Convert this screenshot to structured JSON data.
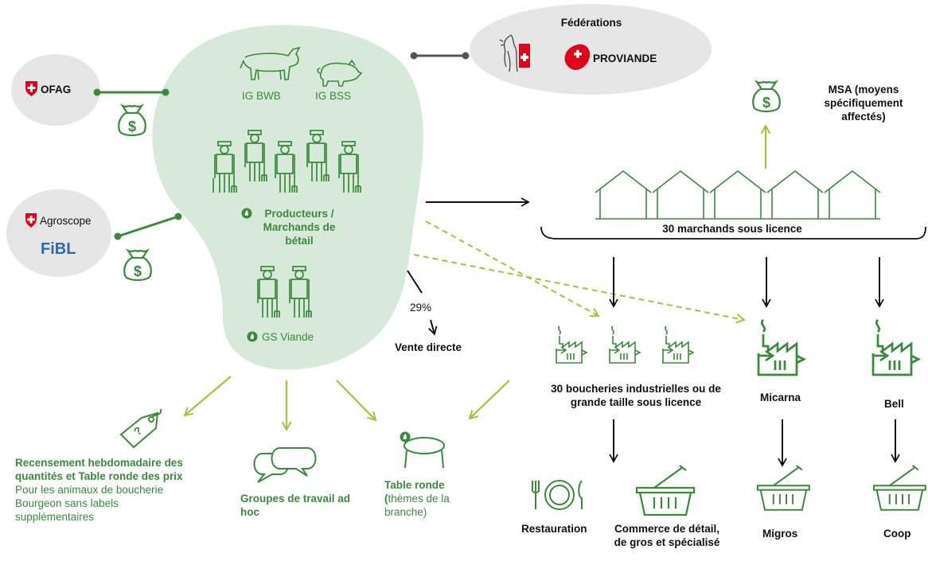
{
  "federations": {
    "title": "Fédérations",
    "proviande": "PROVIANDE"
  },
  "ofag": "OFAG",
  "agroscope": "Agroscope",
  "fibl": "FiBL",
  "ig_bwb": "IG BWB",
  "ig_bss": "IG BSS",
  "producers": "Producteurs / Marchands de bétail",
  "gs_viande": "GS Viande",
  "direct_sales": {
    "percent": "29%",
    "label": "Vente directe"
  },
  "msa": "MSA (moyens spécifiquement affectés)",
  "licensed_traders": "30 marchands sous licence",
  "slaughterhouses": "30 boucheries industrielles ou de grande taille sous licence",
  "micarna": "Micarna",
  "bell": "Bell",
  "restauration": "Restauration",
  "commerce": "Commerce de détail, de gros et spécialisé",
  "migros": "Migros",
  "coop": "Coop",
  "recensement": {
    "title": "Recensement hebdomadaire des quantités et Table ronde des prix",
    "body": "Pour les animaux de boucherie Bourgeon sans labels supplémentaires"
  },
  "groupes": "Groupes de travail ad hoc",
  "table_ronde": {
    "title": "Table ronde",
    "paren_open": "(",
    "body": "thèmes de la branche)"
  },
  "colors": {
    "green": "#3b8a3b",
    "light_green": "#a6c23a",
    "blob": "#d7e9d9",
    "federation_bg": "#e6e6e6",
    "swiss_red": "#e3001b",
    "fibl_blue": "#2f6aa8"
  }
}
